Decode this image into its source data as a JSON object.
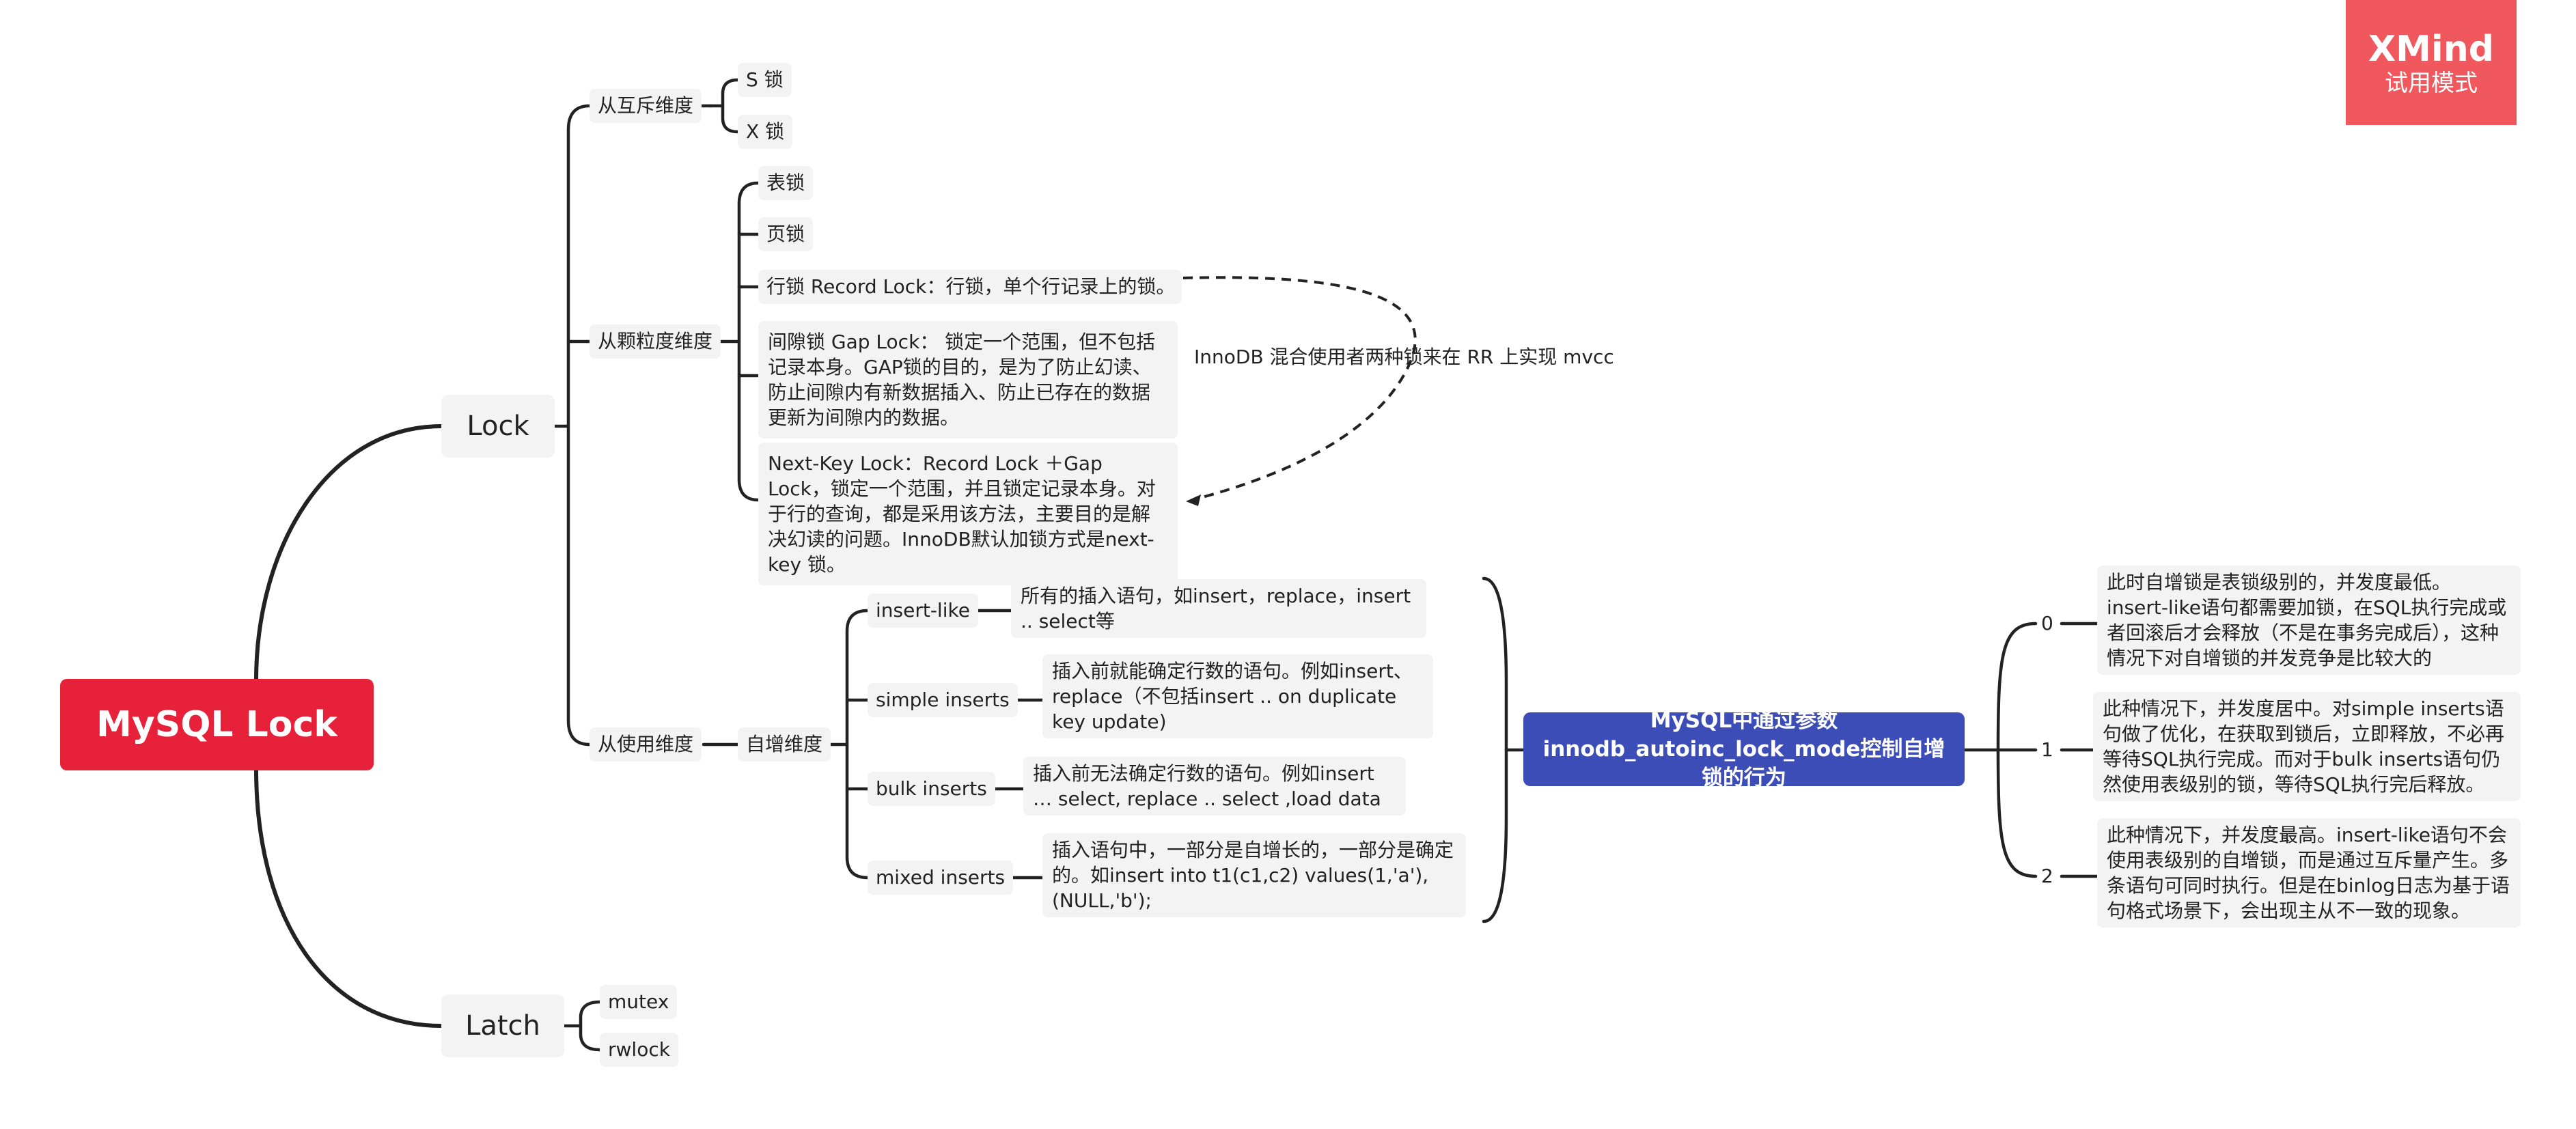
{
  "root": "MySQL Lock",
  "lock": "Lock",
  "latch": "Latch",
  "dims": {
    "mutex_dim": "从互斥维度",
    "grain_dim": "从颗粒度维度",
    "use_dim": "从使用维度"
  },
  "mutex_items": [
    "S 锁",
    "X 锁"
  ],
  "grain_items": {
    "table": "表锁",
    "page": "页锁",
    "record": "行锁 Record Lock：行锁，单个行记录上的锁。",
    "gap": "间隙锁 Gap Lock： 锁定一个范围，但不包括记录本身。GAP锁的目的，是为了防止幻读、防止间隙内有新数据插入、防止已存在的数据更新为间隙内的数据。",
    "nextkey": "Next-Key Lock：Record Lock ＋Gap Lock，锁定一个范围，并且锁定记录本身。对于行的查询，都是采用该方法，主要目的是解决幻读的问题。InnoDB默认加锁方式是next-key 锁。"
  },
  "mvcc_note": "InnoDB 混合使用者两种锁来在 RR 上实现 mvcc",
  "autoinc": {
    "label": "自增维度",
    "types": [
      {
        "name": "insert-like",
        "desc": "所有的插入语句，如insert，replace，insert .. select等"
      },
      {
        "name": "simple inserts",
        "desc": "插入前就能确定行数的语句。例如insert、replace（不包括insert .. on duplicate key update)"
      },
      {
        "name": "bulk inserts",
        "desc": "插入前无法确定行数的语句。例如insert … select, replace .. select ,load data"
      },
      {
        "name": "mixed inserts",
        "desc": "插入语句中，一部分是自增长的，一部分是确定的。如insert into t1(c1,c2) values(1,'a'),(NULL,'b');"
      }
    ]
  },
  "hub": "MySQL中通过参数innodb_autoinc_lock_mode控制自增锁的行为",
  "modes": [
    {
      "value": "0",
      "desc": "此时自增锁是表锁级别的，并发度最低。insert-like语句都需要加锁，在SQL执行完成或者回滚后才会释放（不是在事务完成后），这种情况下对自增锁的并发竞争是比较大的"
    },
    {
      "value": "1",
      "desc": "此种情况下，并发度居中。对simple inserts语句做了优化，在获取到锁后，立即释放，不必再等待SQL执行完成。而对于bulk inserts语句仍然使用表级别的锁，等待SQL执行完后释放。"
    },
    {
      "value": "2",
      "desc": "此种情况下，并发度最高。insert-like语句不会使用表级别的自增锁，而是通过互斥量产生。多条语句可同时执行。但是在binlog日志为基于语句格式场景下，会出现主从不一致的现象。"
    }
  ],
  "latch_items": [
    "mutex",
    "rwlock"
  ],
  "badge": {
    "title": "XMind",
    "subtitle": "试用模式"
  },
  "colors": {
    "root": "#e8213a",
    "hub": "#3d4db7",
    "badge": "#f1585e",
    "line": "#222222",
    "node": "#f3f3f3"
  }
}
